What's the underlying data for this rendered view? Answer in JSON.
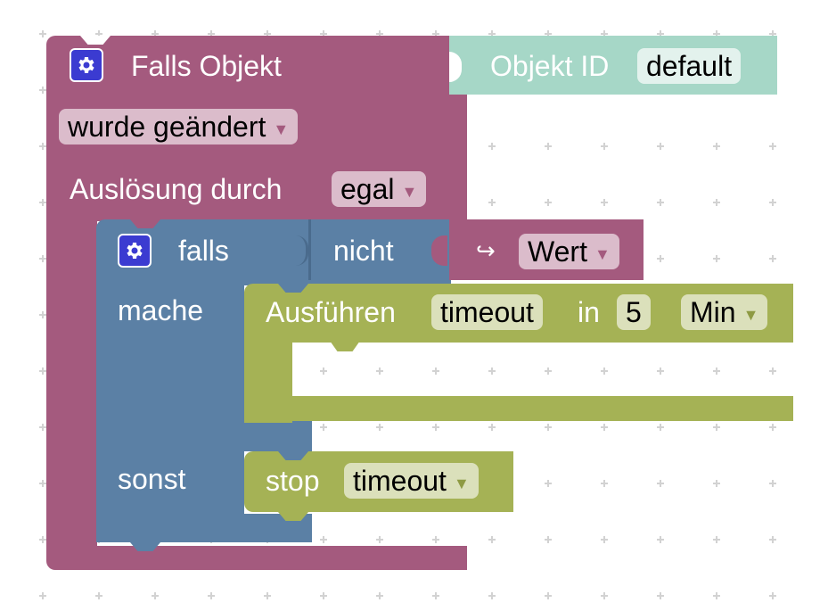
{
  "event_block": {
    "title": "Falls Objekt",
    "trigger_dropdown": "wurde geändert",
    "trigger_by_label": "Auslösung durch",
    "trigger_by_dropdown": "egal"
  },
  "object_id_block": {
    "label": "Objekt ID",
    "value": "default"
  },
  "if_block": {
    "if_label": "falls",
    "do_label": "mache",
    "else_label": "sonst"
  },
  "not_block": {
    "label": "nicht"
  },
  "value_block": {
    "arrow": "↪",
    "dropdown": "Wert"
  },
  "timeout_block": {
    "label": "Ausführen",
    "name": "timeout",
    "in_label": "in",
    "amount": "5",
    "unit_dropdown": "Min"
  },
  "stop_block": {
    "label": "stop",
    "dropdown": "timeout"
  },
  "icons": {
    "settings": "gear-icon",
    "dropdown": "dropdown-arrow-icon"
  },
  "colors": {
    "event": "#a45a7e",
    "logic": "#5b80a5",
    "timer": "#a5b255",
    "object_id": "#a6d7c7",
    "gear_bg": "#3b3bd1"
  }
}
